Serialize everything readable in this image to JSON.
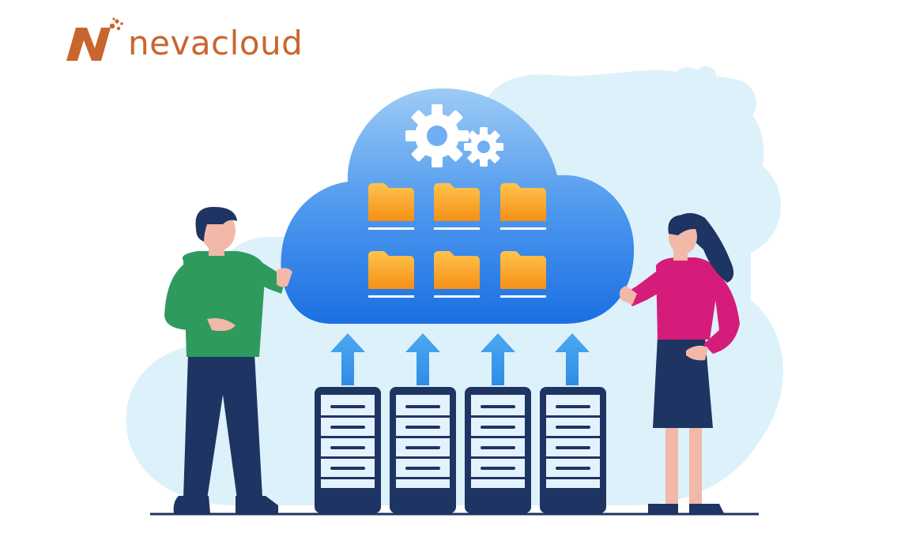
{
  "brand": {
    "name": "nevacloud",
    "colors": {
      "brand_orange": "#C8662E",
      "cloud_blue": "#3F8CEB",
      "sky_blue": "#DDF1FB",
      "folder_orange": "#F7A21B",
      "server_navy": "#1E3462",
      "shirt_green": "#2F9A5E",
      "top_magenta": "#D61C7B"
    }
  },
  "illustration": {
    "icons": [
      "gear-icon",
      "folder-icon",
      "arrow-up-icon",
      "server-rack-icon"
    ],
    "folder_count": 6,
    "server_count": 4,
    "upload_arrow_count": 4
  }
}
